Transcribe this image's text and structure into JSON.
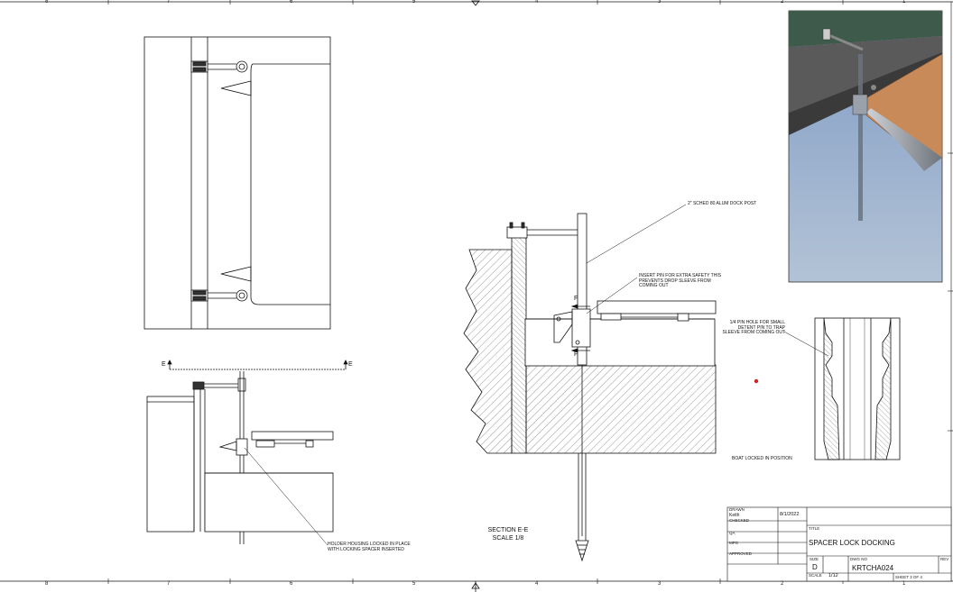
{
  "ruler": {
    "top": [
      "8",
      "7",
      "6",
      "5",
      "4",
      "3",
      "2",
      "1"
    ],
    "bottom": [
      "8",
      "7",
      "6",
      "5",
      "4",
      "3",
      "2",
      "1"
    ]
  },
  "section_marks": {
    "left": "E",
    "right": "E"
  },
  "annotations": {
    "dock_post": "2\" SCHED 80 ALUM DOCK POST",
    "insert_pin": "INSERT PIN FOR EXTRA SAFETY THIS PREVENTS DROP SLEEVE FROM COMING OUT",
    "pin_hole": "1/4 PIN HOLE FOR SMALL DETENT PIN TO TRAP SLEEVE FROM COMING OUT",
    "holder_housing": "HOLDER HOUSING LOCKED IN PLACE WITH LOCKING SPACER INSERTED",
    "boat_locked": "BOAT LOCKED IN POSITION",
    "f_upper": "F",
    "f_lower": "F"
  },
  "section_label": {
    "title": "SECTION E-E",
    "scale": "SCALE 1/8"
  },
  "title_block": {
    "drawn_label": "DRAWN",
    "drawn_name": "Keith",
    "drawn_date": "8/1/2022",
    "checked_label": "CHECKED",
    "qa_label": "QA",
    "mfg_label": "MFG",
    "approved_label": "APPROVED",
    "title_label": "TITLE",
    "title": "SPACER LOCK DOCKING",
    "size_label": "SIZE",
    "size": "D",
    "dwg_no_label": "DWG NO",
    "dwg_no": "KRTCHA024",
    "rev_label": "REV",
    "scale_label": "SCALE",
    "scale": "1/12",
    "sheet": "SHEET 3 OF 4"
  },
  "colors": {
    "line": "#111111",
    "hatch": "#555555",
    "render_deck": "#c98a5a",
    "render_water": "#9fb6d1",
    "render_dock": "#555555",
    "render_grass": "#3d5a4a",
    "marker": "#d42020"
  }
}
